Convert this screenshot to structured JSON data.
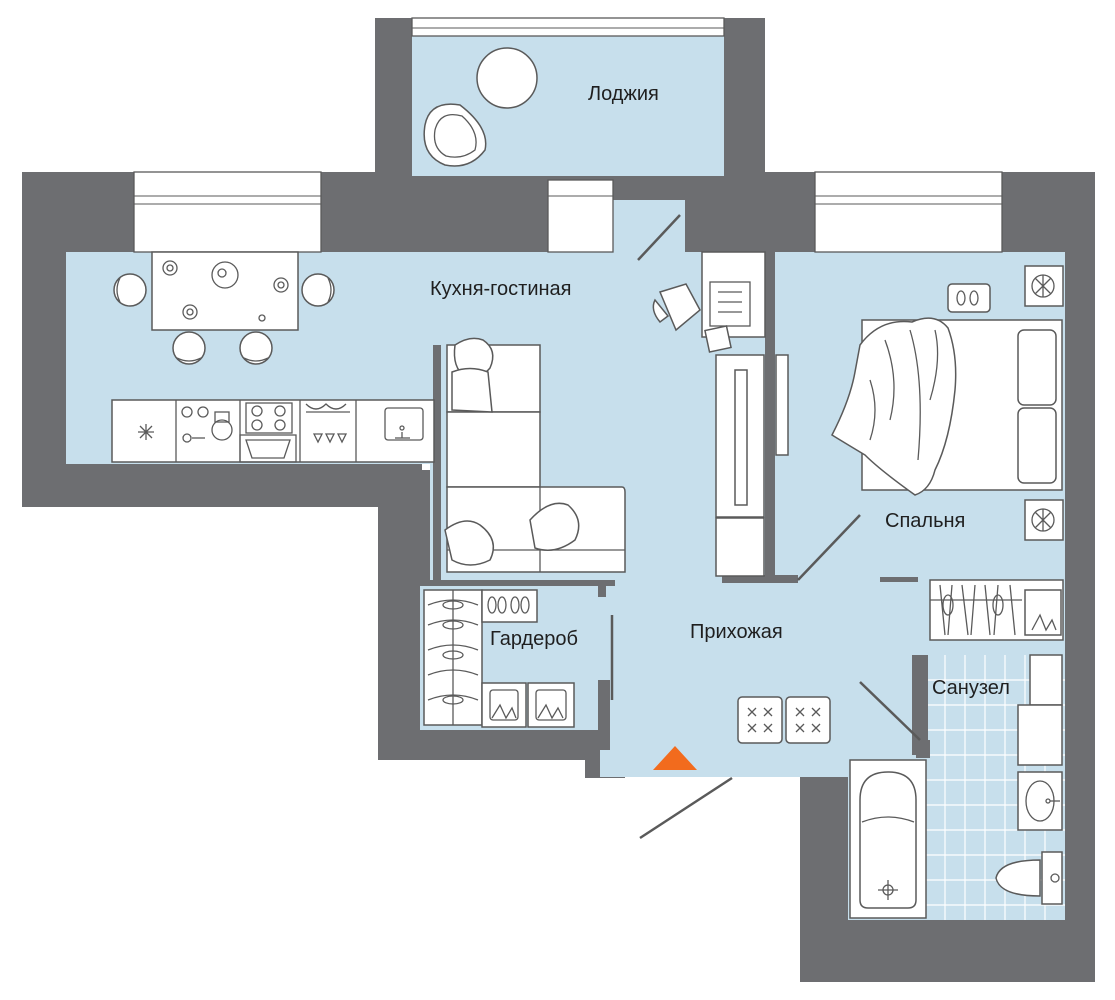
{
  "rooms": {
    "loggia": "Лоджия",
    "kitchen_living": "Кухня-гостиная",
    "bedroom": "Спальня",
    "wardrobe": "Гардероб",
    "hallway": "Прихожая",
    "bathroom": "Санузел"
  },
  "colors": {
    "wall": "#6d6e71",
    "floor": "#c7dfec",
    "furniture_stroke": "#5a5a5a",
    "entrance_marker": "#f26b1d"
  },
  "icons": {
    "entrance": "entrance-triangle-icon"
  }
}
